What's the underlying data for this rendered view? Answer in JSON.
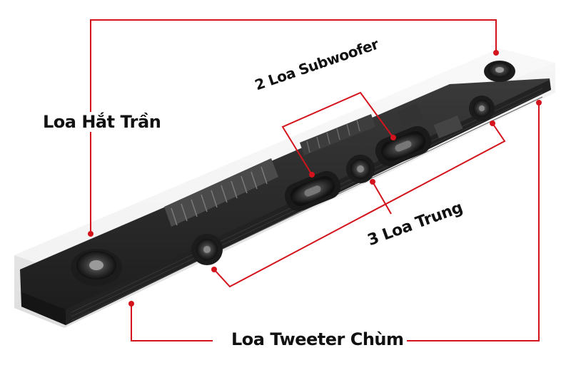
{
  "labels": {
    "ceiling": "Loa Hắt Trần",
    "subwoofer": "2 Loa Subwoofer",
    "mid": "3 Loa Trung",
    "tweeter": "Loa Tweeter Chùm"
  },
  "colors": {
    "leader_line": "#d4141c",
    "body_dark": "#2a2a2a",
    "shell_light": "#e6e6e6",
    "text": "#111111"
  }
}
